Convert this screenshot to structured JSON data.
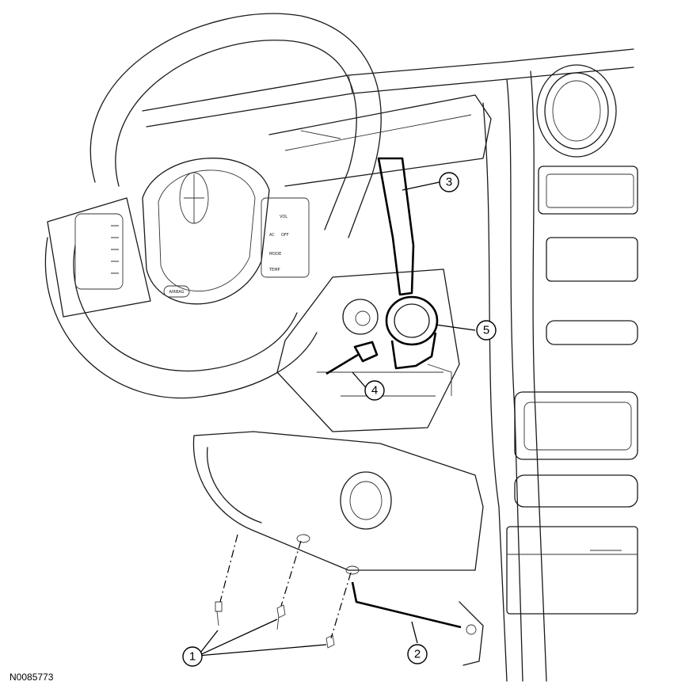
{
  "diagram": {
    "callouts": [
      {
        "id": "c1",
        "label": "1"
      },
      {
        "id": "c2",
        "label": "2"
      },
      {
        "id": "c3",
        "label": "3"
      },
      {
        "id": "c4",
        "label": "4"
      },
      {
        "id": "c5",
        "label": "5"
      }
    ],
    "airbag_label": "AIRBAG",
    "switch_labels": [
      "VOL",
      "AC",
      "OFF",
      "MODE",
      "TEMP"
    ],
    "reference_id": "N0085773"
  }
}
